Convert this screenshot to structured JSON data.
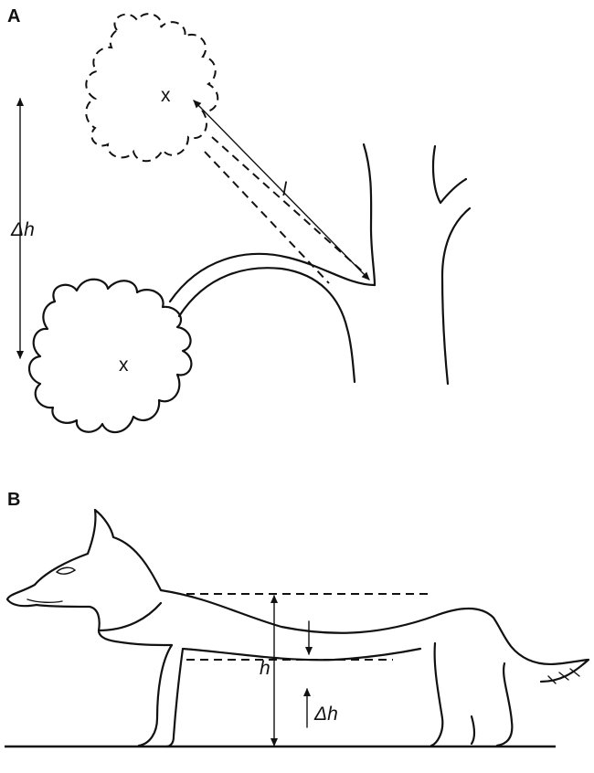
{
  "panel_a": {
    "label": "A",
    "delta_h_label": "Δh",
    "distance_label": "l",
    "center_mark": "x"
  },
  "panel_b": {
    "label": "B",
    "height_label": "h",
    "delta_h_label": "Δh"
  }
}
